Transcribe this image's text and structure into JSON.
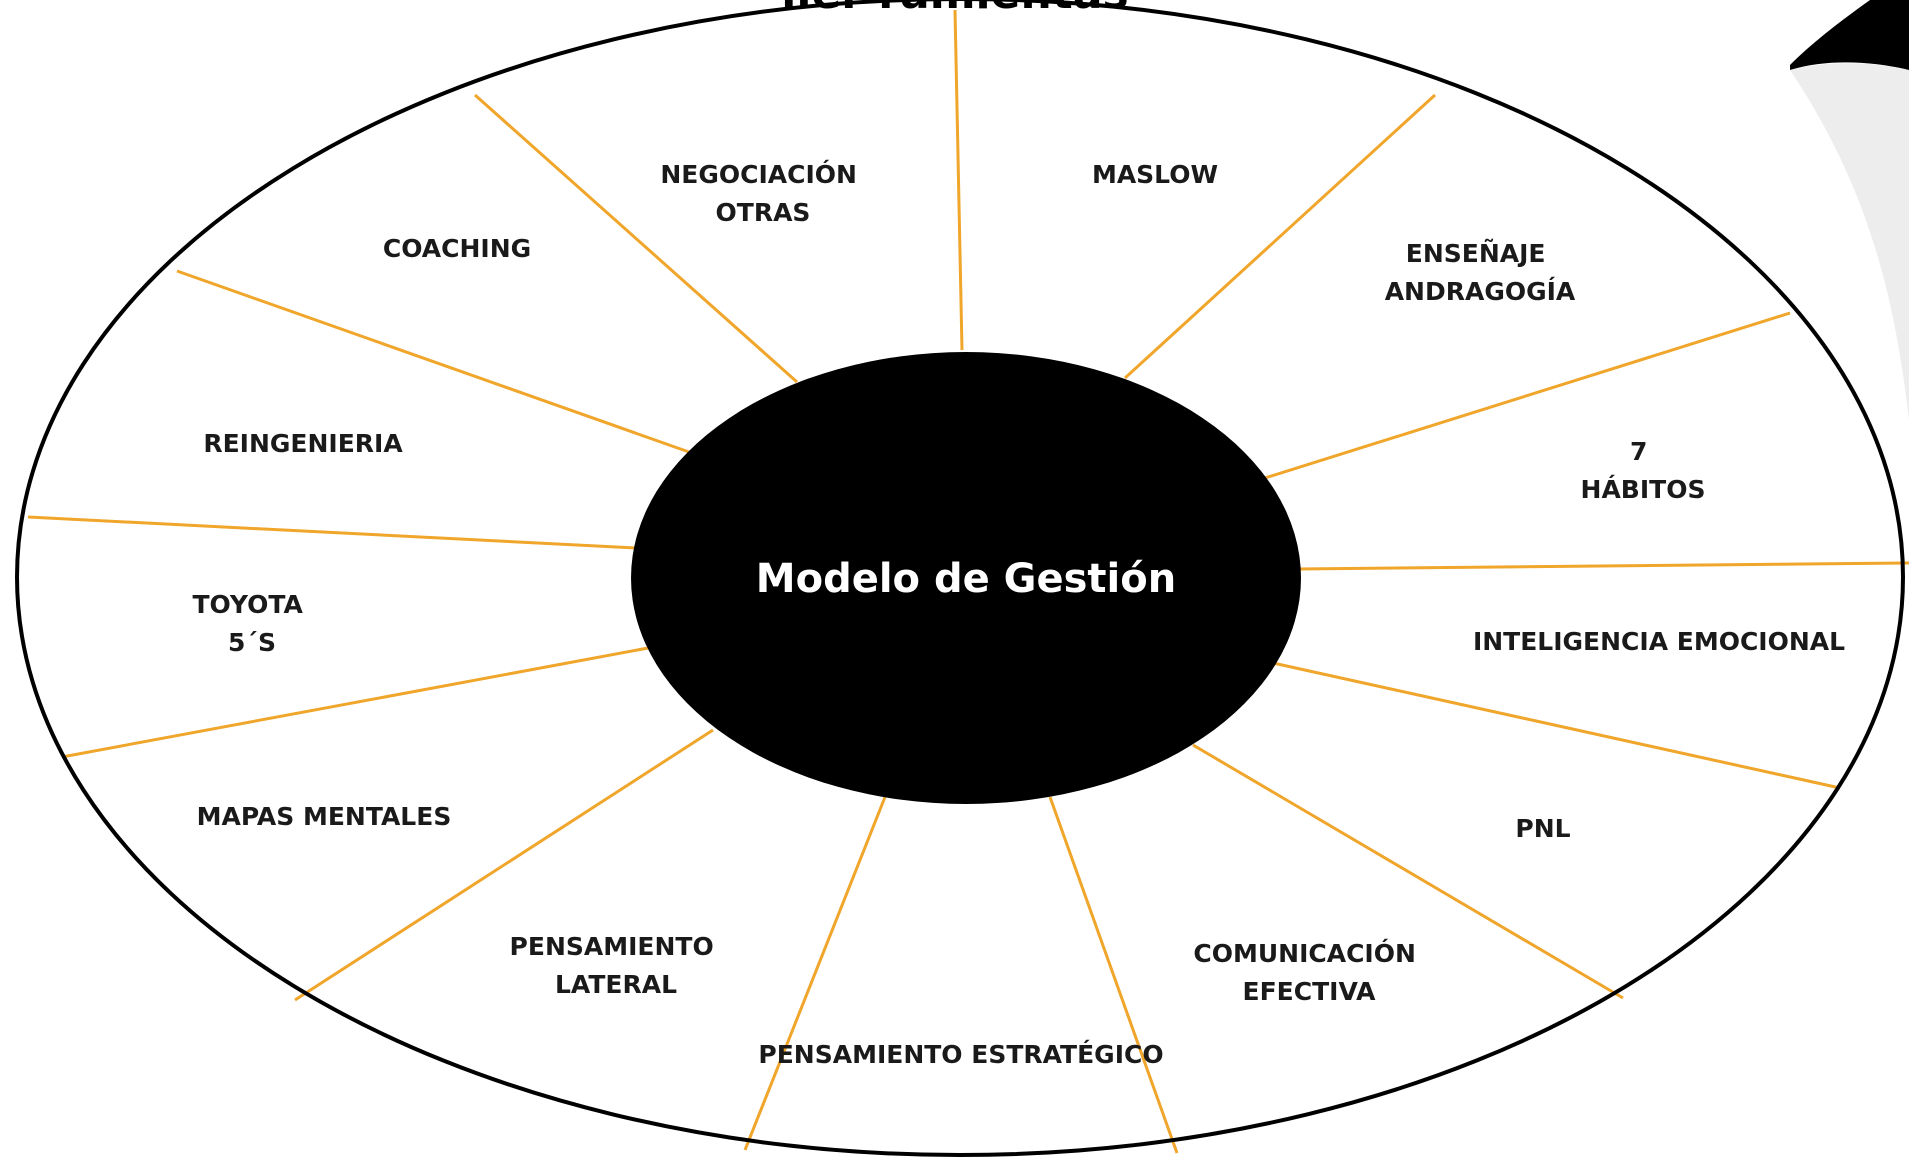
{
  "heading_fragment": "ller ramientas",
  "hub": {
    "label": "Modelo de Gestión"
  },
  "segments": [
    {
      "id": "maslow",
      "lines": [
        "MASLOW"
      ]
    },
    {
      "id": "ensenaje",
      "lines": [
        "ENSEÑAJE",
        "ANDRAGOGÍA"
      ]
    },
    {
      "id": "habitos",
      "lines": [
        "7",
        "HÁBITOS"
      ]
    },
    {
      "id": "inteligencia",
      "lines": [
        "INTELIGENCIA EMOCIONAL"
      ]
    },
    {
      "id": "pnl",
      "lines": [
        "PNL"
      ]
    },
    {
      "id": "comunicacion",
      "lines": [
        "COMUNICACIÓN",
        "EFECTIVA"
      ]
    },
    {
      "id": "estrategico",
      "lines": [
        "PENSAMIENTO ESTRATÉGICO"
      ]
    },
    {
      "id": "lateral",
      "lines": [
        "PENSAMIENTO",
        "LATERAL"
      ]
    },
    {
      "id": "mapas",
      "lines": [
        "MAPAS MENTALES"
      ]
    },
    {
      "id": "toyota",
      "lines": [
        "TOYOTA",
        "5´S"
      ]
    },
    {
      "id": "reingenieria",
      "lines": [
        "REINGENIERIA"
      ]
    },
    {
      "id": "coaching",
      "lines": [
        "COACHING"
      ]
    },
    {
      "id": "negociacion",
      "lines": [
        "NEGOCIACIÓN",
        "OTRAS"
      ]
    }
  ],
  "colors": {
    "spoke": "#f0a52b",
    "outline": "#000000",
    "hub": "#000000",
    "hub_text": "#ffffff",
    "label_text": "#1a1a1a"
  }
}
